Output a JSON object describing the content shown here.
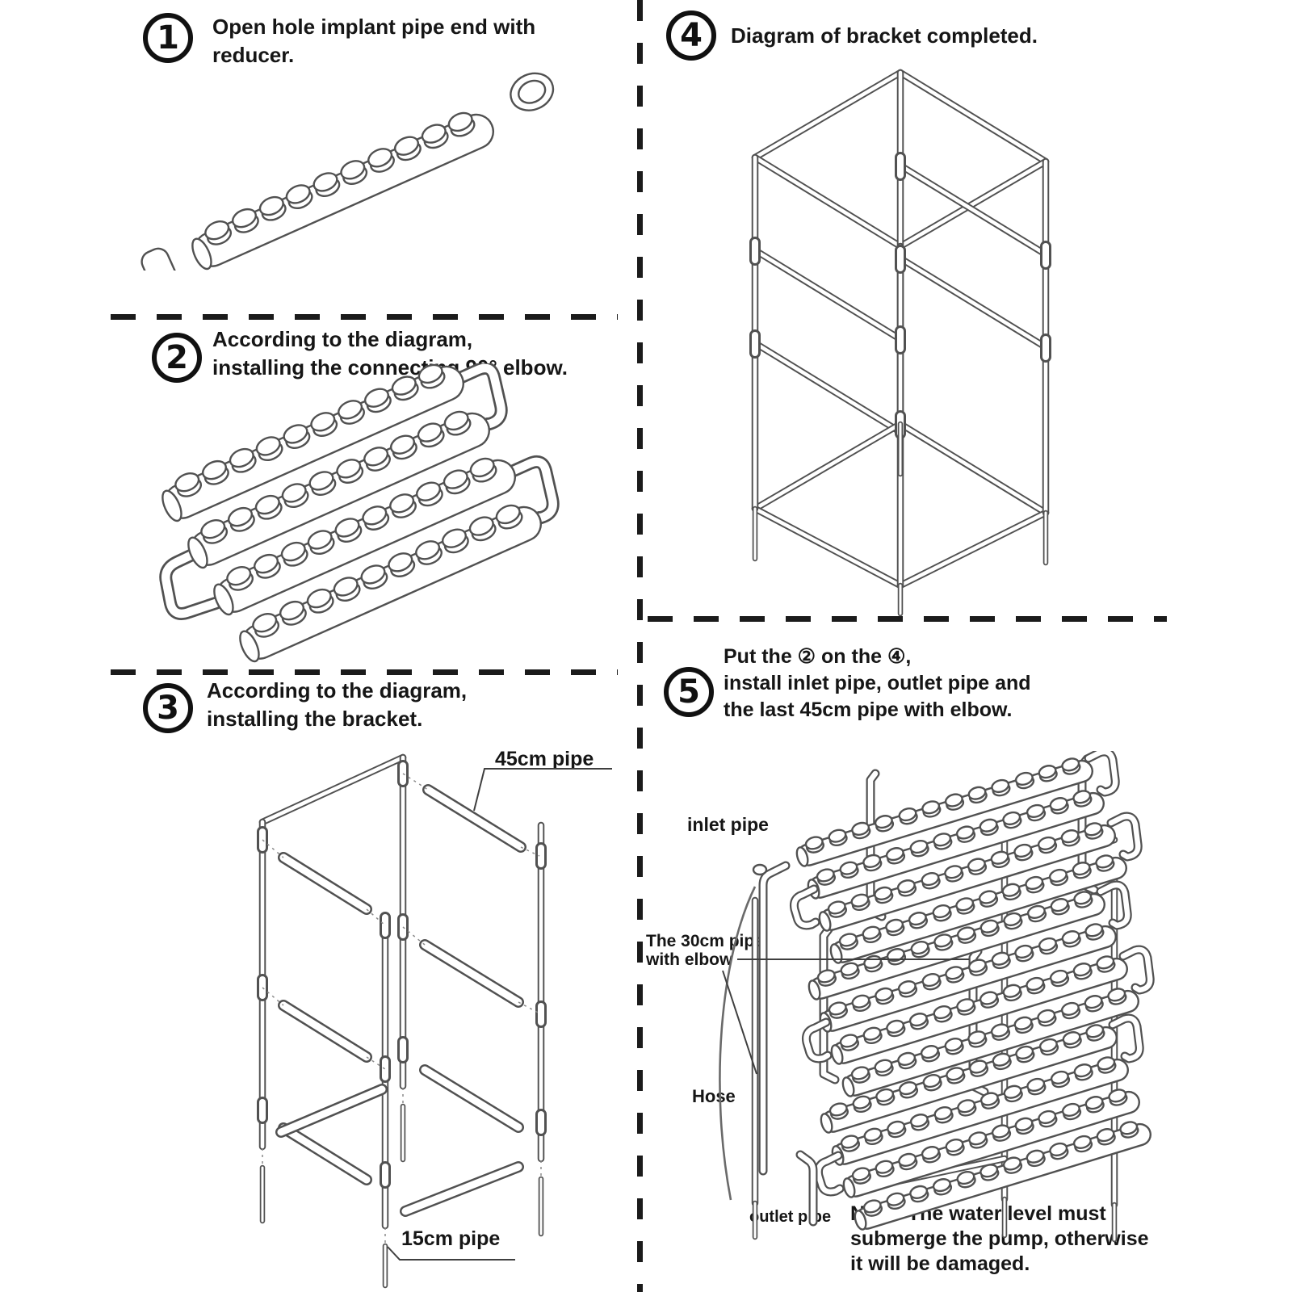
{
  "steps": {
    "step1": {
      "num": "1",
      "lines": [
        "Open hole implant pipe end with",
        "reducer."
      ]
    },
    "step2": {
      "num": "2",
      "lines": [
        "According to the diagram,",
        "installing the connecting 90° elbow."
      ]
    },
    "step3": {
      "num": "3",
      "lines": [
        "According to the diagram,",
        "installing the bracket."
      ],
      "labels": {
        "pipe45": "45cm pipe",
        "pipe15": "15cm pipe"
      }
    },
    "step4": {
      "num": "4",
      "lines": [
        "Diagram of bracket completed."
      ]
    },
    "step5": {
      "num": "5",
      "lines": [
        "Put the ② on the ④,",
        "install inlet pipe, outlet pipe and",
        "the last 45cm pipe with elbow."
      ],
      "labels": {
        "inlet": "inlet pipe",
        "pipe30_line1": "The 30cm pipe",
        "pipe30_line2": "with elbow",
        "hose": "Hose",
        "outlet": "outlet pipe"
      },
      "note": [
        "Note: The water level must",
        "submerge the pump, otherwise",
        "it will be damaged."
      ]
    }
  },
  "colors": {
    "ink": "#161616",
    "line": "#515151",
    "background": "#ffffff"
  }
}
